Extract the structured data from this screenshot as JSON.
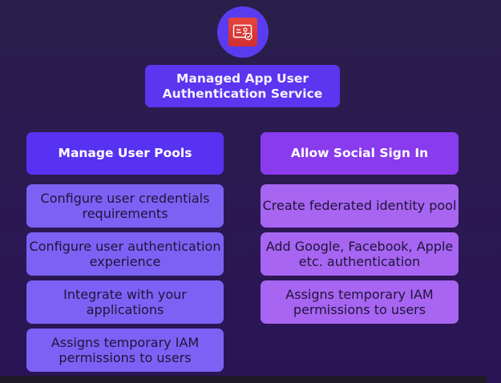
{
  "title": "Managed App User Authentication Service",
  "icon": "identity-card-icon",
  "colors": {
    "background": "#2a1456",
    "title_box": "#5b35ef",
    "left_header": "#5732f2",
    "right_header": "#8a3bee",
    "left_items": "#7b62f4",
    "right_items": "#a765f2",
    "icon_tile": "#e8443c"
  },
  "left_column": {
    "header": "Manage User Pools",
    "items": [
      "Configure user credentials requirements",
      "Configure user authentication experience",
      "Integrate with your applications",
      "Assigns temporary IAM permissions to users"
    ]
  },
  "right_column": {
    "header": "Allow Social Sign In",
    "items": [
      "Create federated identity pool",
      "Add Google, Facebook, Apple etc. authentication",
      "Assigns temporary IAM permissions to users"
    ]
  }
}
